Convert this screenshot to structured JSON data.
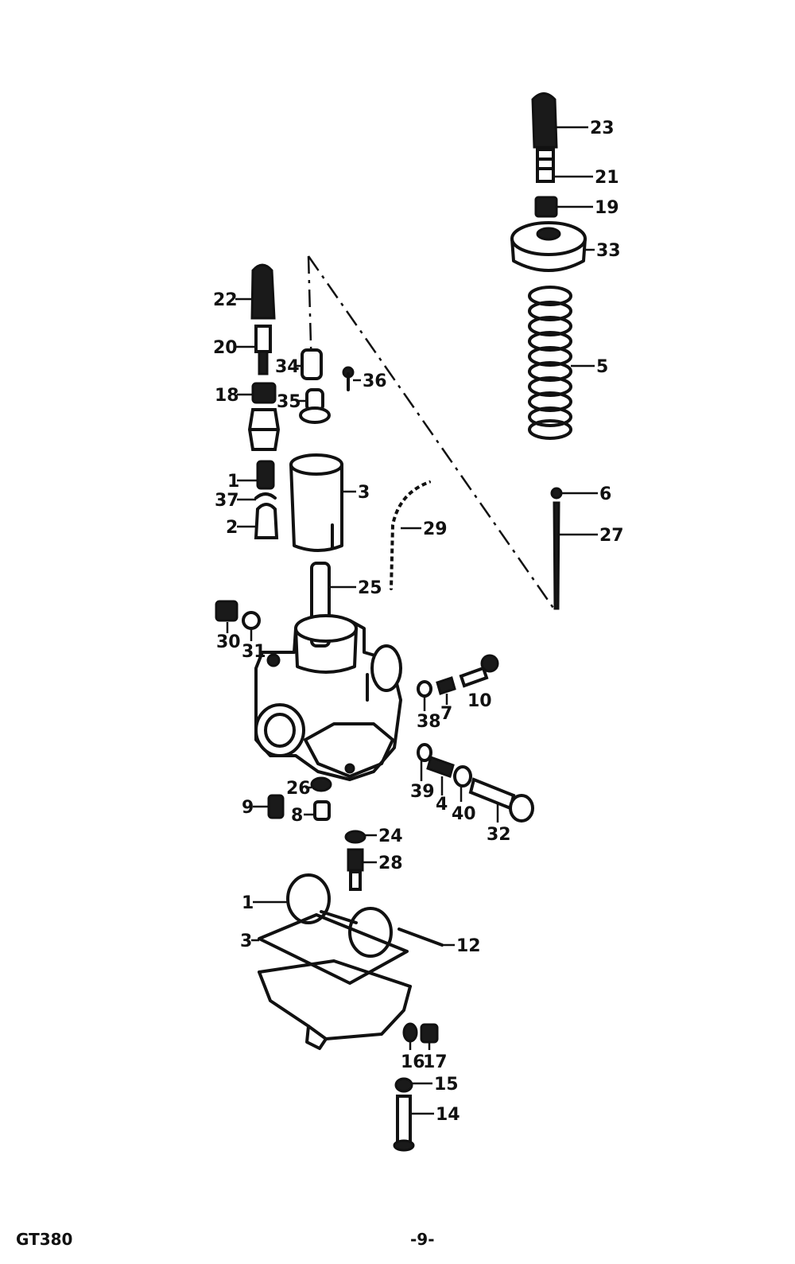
{
  "footer": {
    "model": "GT380",
    "page": "-9-"
  },
  "labels": {
    "p23": "23",
    "p21": "21",
    "p19": "19",
    "p33": "33",
    "p5": "5",
    "p6": "6",
    "p27": "27",
    "p22": "22",
    "p20": "20",
    "p18": "18",
    "p34": "34",
    "p35": "35",
    "p36": "36",
    "p1a": "1",
    "p37": "37",
    "p2": "2",
    "p3a": "3",
    "p29": "29",
    "p25": "25",
    "p30": "30",
    "p31": "31",
    "p38": "38",
    "p7": "7",
    "p10": "10",
    "p39": "39",
    "p4": "4",
    "p40": "40",
    "p32": "32",
    "p9": "9",
    "p26": "26",
    "p8": "8",
    "p24": "24",
    "p28": "28",
    "p1b": "1",
    "p3b": "3",
    "p12": "12",
    "p16": "16",
    "p17": "17",
    "p15": "15",
    "p14": "14"
  }
}
